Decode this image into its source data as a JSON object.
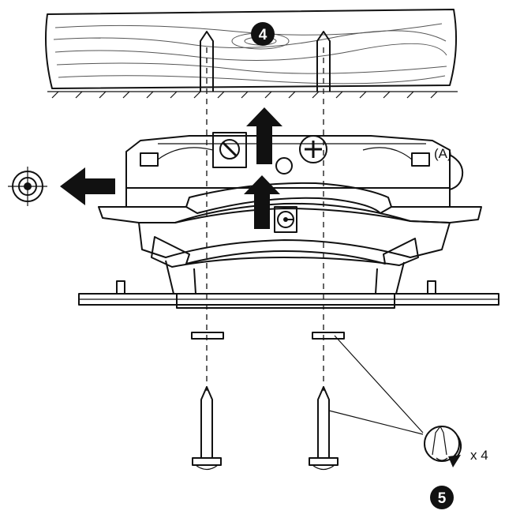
{
  "diagram": {
    "step_a": "4",
    "step_b": "5",
    "part_label": "(A)",
    "quantity": "x 4"
  },
  "icons": {
    "arrow_left": "arrow-left-icon",
    "arrow_up": "arrow-up-icon",
    "target": "target-icon",
    "screwdriver_plus": "phillips-screw-icon",
    "screwdriver_flat": "slotted-screw-icon",
    "rotation": "clockwise-rotation-icon"
  },
  "colors": {
    "ink": "#111111",
    "wood_grain": "#555555",
    "background": "#ffffff"
  }
}
